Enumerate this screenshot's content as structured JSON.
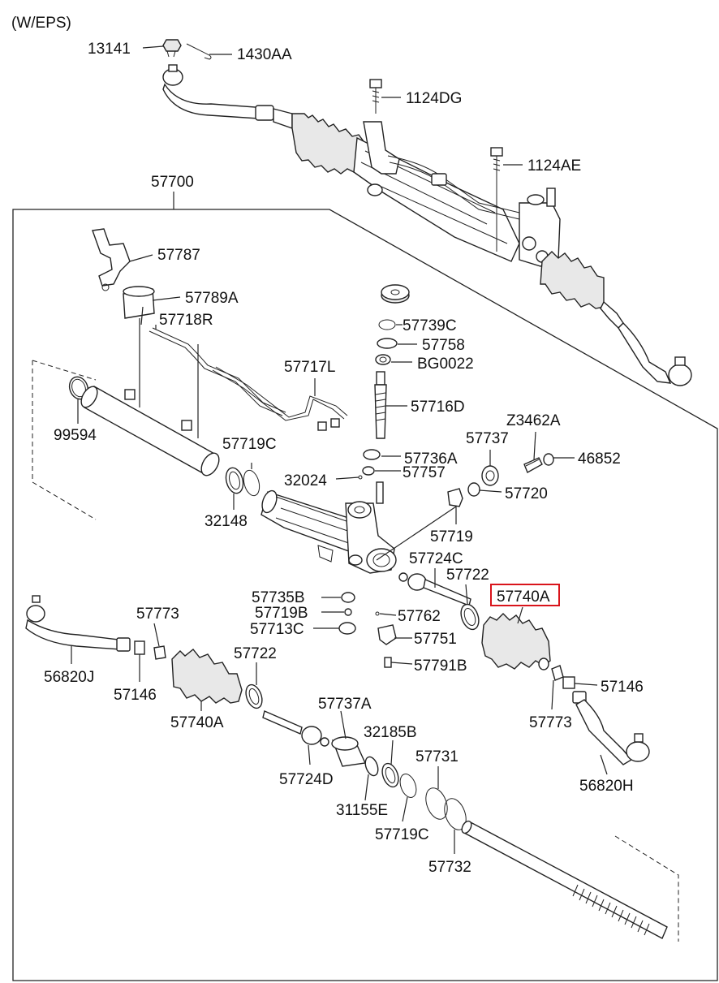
{
  "title": "(W/EPS)",
  "highlight_color": "#d9141b",
  "highlighted_part": "57740A",
  "labels": {
    "p13141": "13141",
    "p1430AA": "1430AA",
    "p1124DG": "1124DG",
    "p1124AE": "1124AE",
    "p57700": "57700",
    "p57787": "57787",
    "p57789A": "57789A",
    "p57718R": "57718R",
    "p57739C": "57739C",
    "p57758": "57758",
    "pBG0022": "BG0022",
    "p57717L": "57717L",
    "p57716D": "57716D",
    "p99594": "99594",
    "pZ3462A": "Z3462A",
    "p57719C_a": "57719C",
    "p57737": "57737",
    "p57736A": "57736A",
    "p46852": "46852",
    "p32024": "32024",
    "p57757": "57757",
    "p57720": "57720",
    "p32148": "32148",
    "p57719": "57719",
    "p57724C": "57724C",
    "p57722_a": "57722",
    "p57740A_hl": "57740A",
    "p57735B": "57735B",
    "p57719B": "57719B",
    "p57762": "57762",
    "p57773_a": "57773",
    "p57713C": "57713C",
    "p57751": "57751",
    "p57722_b": "57722",
    "p56820J": "56820J",
    "p57791B": "57791B",
    "p57146_a": "57146",
    "p57146_b": "57146",
    "p57740A": "57740A",
    "p57773_b": "57773",
    "p57737A": "57737A",
    "p32185B": "32185B",
    "p57731": "57731",
    "p57724D": "57724D",
    "p56820H": "56820H",
    "p31155E": "31155E",
    "p57719C_b": "57719C",
    "p57732": "57732"
  }
}
